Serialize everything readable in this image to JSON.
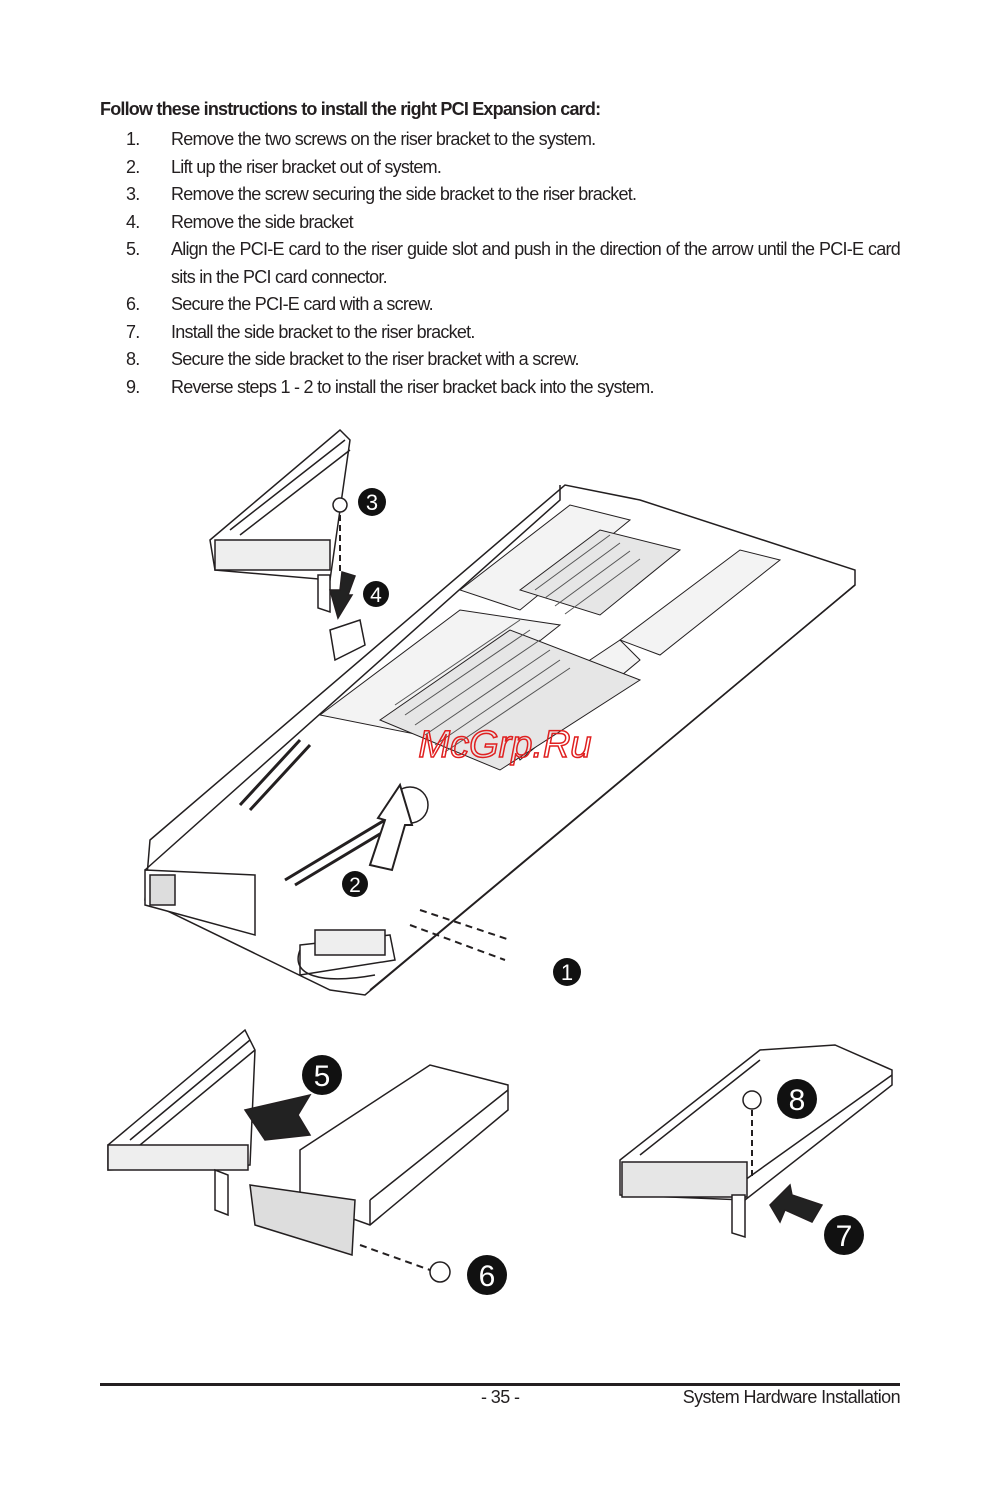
{
  "heading": "Follow these instructions to install the right PCI Expansion card:",
  "steps": [
    {
      "num": "1.",
      "text": "Remove the two screws on the riser bracket to the system."
    },
    {
      "num": "2.",
      "text": "Lift up the riser bracket out of system."
    },
    {
      "num": "3.",
      "text": "Remove the screw securing the side bracket to the riser bracket."
    },
    {
      "num": "4.",
      "text": "Remove the side bracket"
    },
    {
      "num": "5.",
      "text": "Align the PCI-E card to the riser guide slot and push in the direction of the arrow until the PCI-E card sits in the PCI card connector."
    },
    {
      "num": "6.",
      "text": "Secure the PCI-E card with a screw."
    },
    {
      "num": "7.",
      "text": "Install the side bracket to the riser bracket."
    },
    {
      "num": "8.",
      "text": "Secure the side bracket to the riser bracket with a screw."
    },
    {
      "num": "9.",
      "text": "Reverse steps 1 - 2 to install the riser bracket back into the system."
    }
  ],
  "callouts": [
    "1",
    "2",
    "3",
    "4",
    "5",
    "6",
    "7",
    "8"
  ],
  "watermark": "McGrp.Ru",
  "footer": {
    "page": "- 35 -",
    "section": "System Hardware Installation"
  },
  "colors": {
    "ink": "#231f20",
    "watermark": "#e02020"
  }
}
